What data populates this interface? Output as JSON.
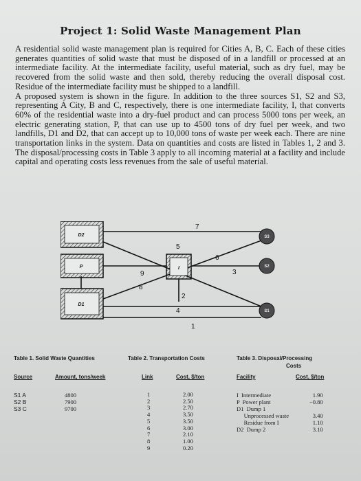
{
  "title": "Project 1: Solid Waste Management Plan",
  "paragraph1": "A residential solid waste management plan is required for Cities A, B, C. Each of these cities generates quantities of solid waste that must be disposed of in a landfill or processed at an intermediate facility. At the intermediate facility, useful material, such as dry fuel, may be recovered from the solid waste and then sold, thereby reducing the overall disposal cost. Residue of the intermediate facility must be shipped to a landfill.",
  "paragraph2": "A proposed system is shown in the figure. In addition to the three sources S1, S2 and S3, representing A City, B and C, respectively, there is one intermediate facility, I, that converts 60% of the residential waste into a dry-fuel product and can process 5000 tons per week, an electric generating station, P, that can use up to 4500 tons of dry fuel per week, and two landfills, D1 and D2, that can accept up to 10,000 tons of waste per week each. There are nine transportation links in the system. Data on quantities and costs are listed in Tables 1, 2 and 3. The disposal/processing costs in Table 3 apply to all incoming material at a facility and include capital and operating costs less revenues from the sale of useful material.",
  "figure": {
    "nodes": {
      "d2": "D2",
      "p": "P",
      "d1": "D1",
      "i": "I",
      "s3": "S3",
      "s2": "S2",
      "s1": "S1"
    },
    "links": [
      "1",
      "2",
      "3",
      "4",
      "5",
      "6",
      "7",
      "8",
      "9"
    ]
  },
  "table1": {
    "title": "Table 1. Solid Waste Quantities",
    "headers": [
      "Source",
      "Amount, tons/week"
    ],
    "sources": "S1 A\nS2 B\nS3 C",
    "amounts": "4800\n7900\n9700"
  },
  "table2": {
    "title": "Table 2. Transportation Costs",
    "headers": [
      "Link",
      "Cost, $/ton"
    ],
    "links": "1\n2\n3\n4\n5\n6\n7\n8\n9",
    "costs": "2.00\n2.50\n2.70\n3.50\n3.50\n3.00\n2.10\n1.00\n0.20"
  },
  "table3": {
    "title_line1": "Table 3. Disposal/Processing",
    "title_line2": "Costs",
    "headers": [
      "Facility",
      "Cost, $/ton"
    ],
    "facilities": "I  Intermediate\nP  Power plant\nD1  Dump 1\n     Unprocessed waste\n     Residue from I\nD2  Dump 2",
    "costs": "1.90\n−0.80\n\n3.40\n1.10\n3.10"
  }
}
